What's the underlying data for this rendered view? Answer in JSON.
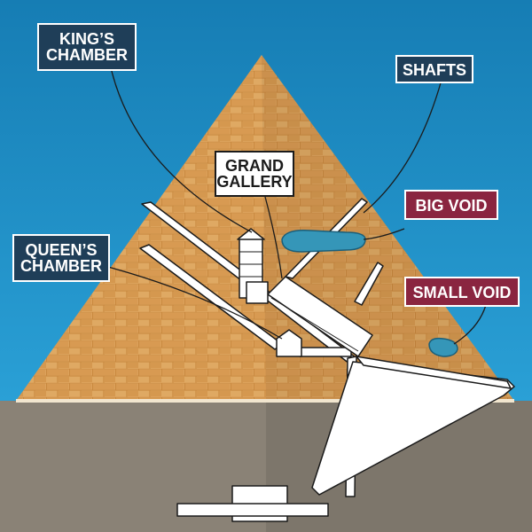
{
  "labels": {
    "kings_chamber": {
      "line1": "KING’S",
      "line2": "CHAMBER"
    },
    "shafts": {
      "text": "SHAFTS"
    },
    "grand_gallery": {
      "line1": "GRAND",
      "line2": "GALLERY"
    },
    "big_void": {
      "text": "BIG VOID"
    },
    "queens_chamber": {
      "line1": "QUEEN’S",
      "line2": "CHAMBER"
    },
    "small_void": {
      "text": "SMALL VOID"
    }
  },
  "colors": {
    "sky": "#1d8ec6",
    "pyramid": "#dca25c",
    "ground": "#8a8276",
    "passage": "#ffffff",
    "void": "#3596b8",
    "label_navy": "#1f3e58",
    "label_maroon": "#8a2540"
  }
}
